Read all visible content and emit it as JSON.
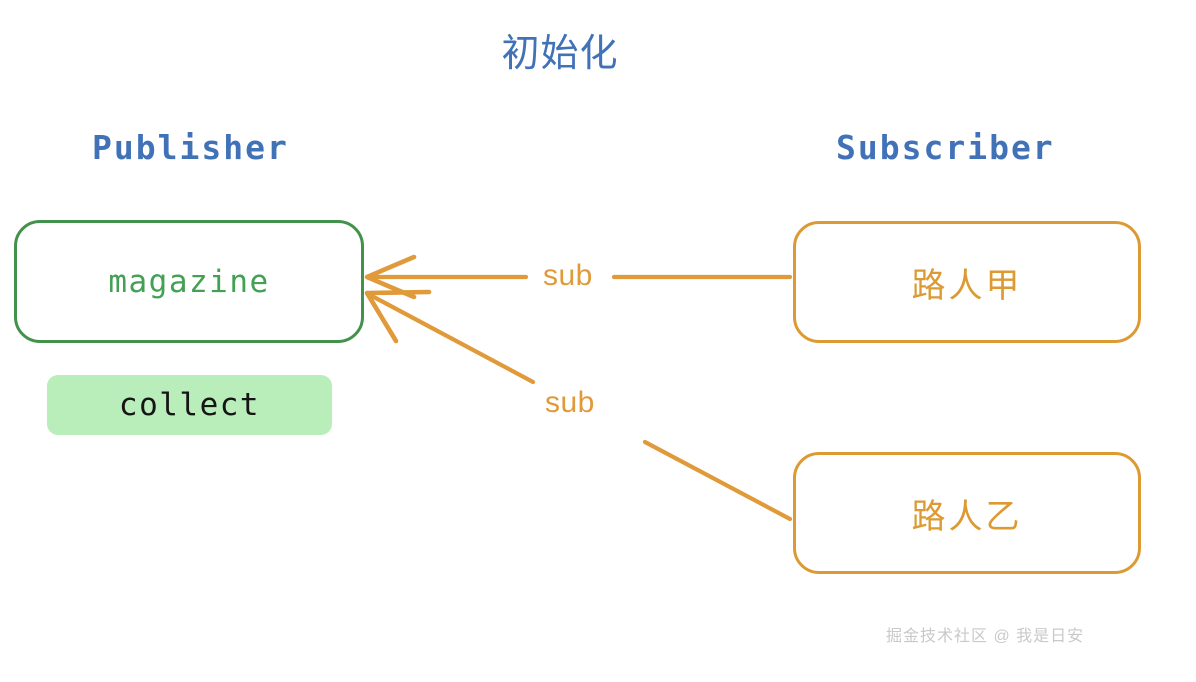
{
  "title": "初始化",
  "columns": {
    "publisher": "Publisher",
    "subscriber": "Subscriber"
  },
  "publisher": {
    "node": "magazine",
    "action": "collect"
  },
  "subscribers": [
    {
      "name": "路人甲"
    },
    {
      "name": "路人乙"
    }
  ],
  "edges": [
    {
      "label": "sub",
      "from": "路人甲",
      "to": "magazine"
    },
    {
      "label": "sub",
      "from": "路人乙",
      "to": "magazine"
    }
  ],
  "watermark": "掘金技术社区 @ 我是日安",
  "colors": {
    "title_blue": "#4172b8",
    "heading_blue": "#4172b8",
    "publisher_green": "#42924c",
    "magazine_text_green": "#44a055",
    "collect_fill": "#b9edba",
    "collect_text": "#151515",
    "subscriber_orange": "#dd9a33",
    "arrow_orange": "#e09a3a",
    "watermark_gray": "#c9c9c9",
    "background": "#ffffff"
  }
}
